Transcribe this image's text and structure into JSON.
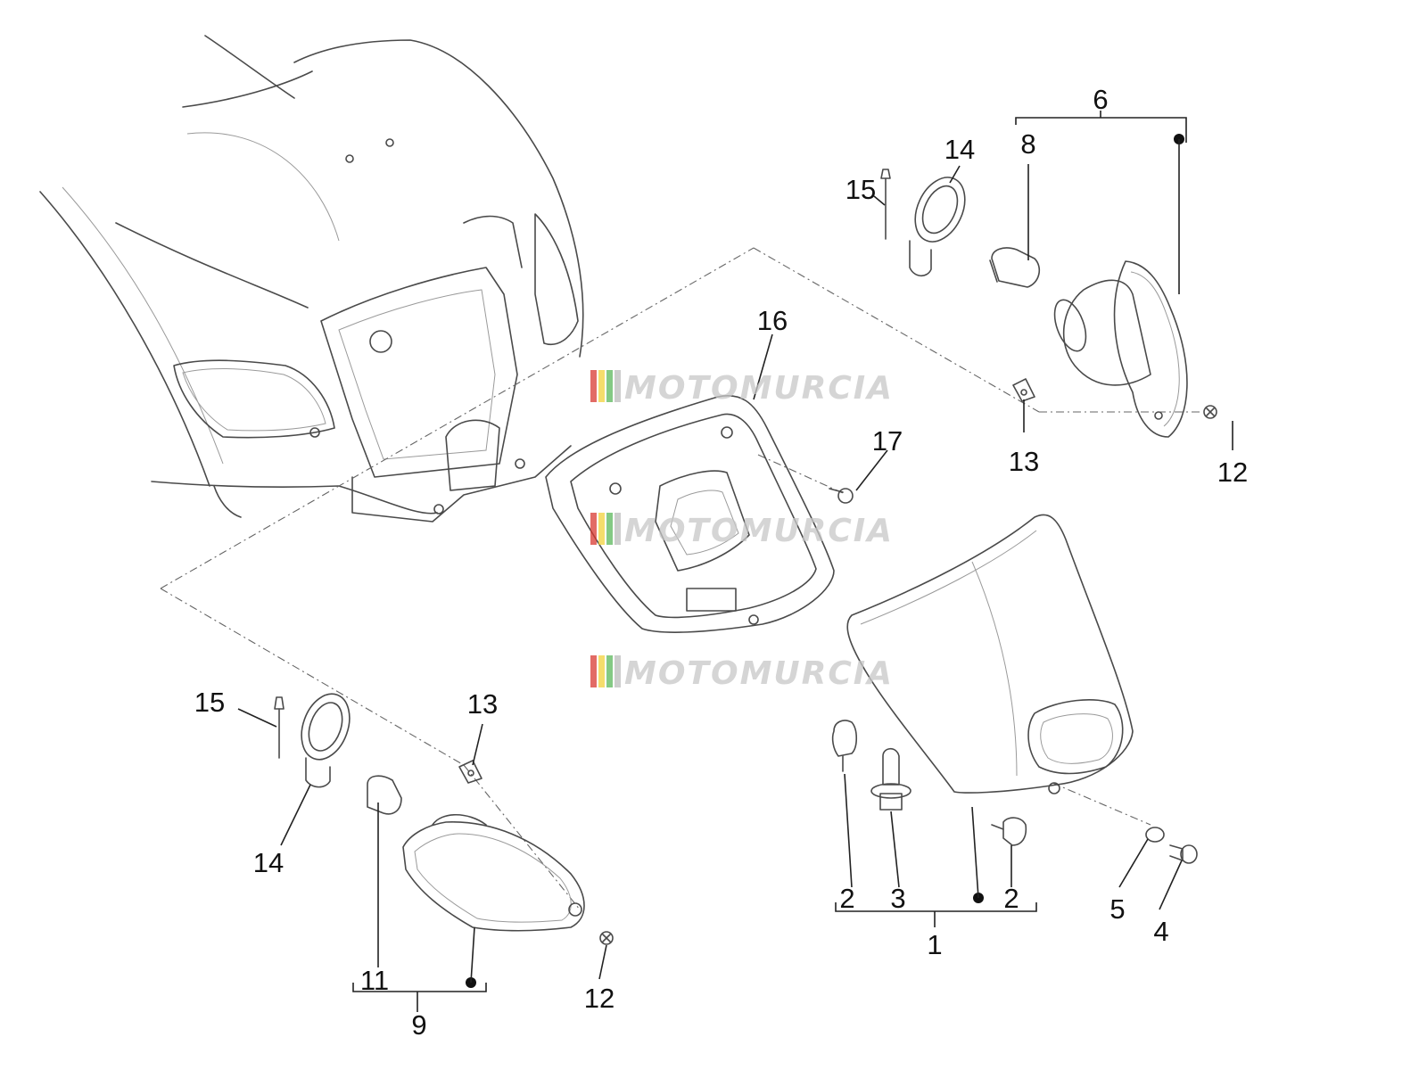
{
  "watermark": {
    "text": "MOTOMURCIA",
    "stripe_colors": [
      "#d93a32",
      "#f2d23c",
      "#5cb85c",
      "#bdbdbd"
    ]
  },
  "callouts": {
    "c1": "1",
    "c2a": "2",
    "c2b": "2",
    "c3": "3",
    "c4": "4",
    "c5": "5",
    "c6": "6",
    "c8": "8",
    "c9": "9",
    "c11": "11",
    "c12a": "12",
    "c12b": "12",
    "c13a": "13",
    "c13b": "13",
    "c14a": "14",
    "c14b": "14",
    "c15a": "15",
    "c15b": "15",
    "c16": "16",
    "c17": "17"
  }
}
